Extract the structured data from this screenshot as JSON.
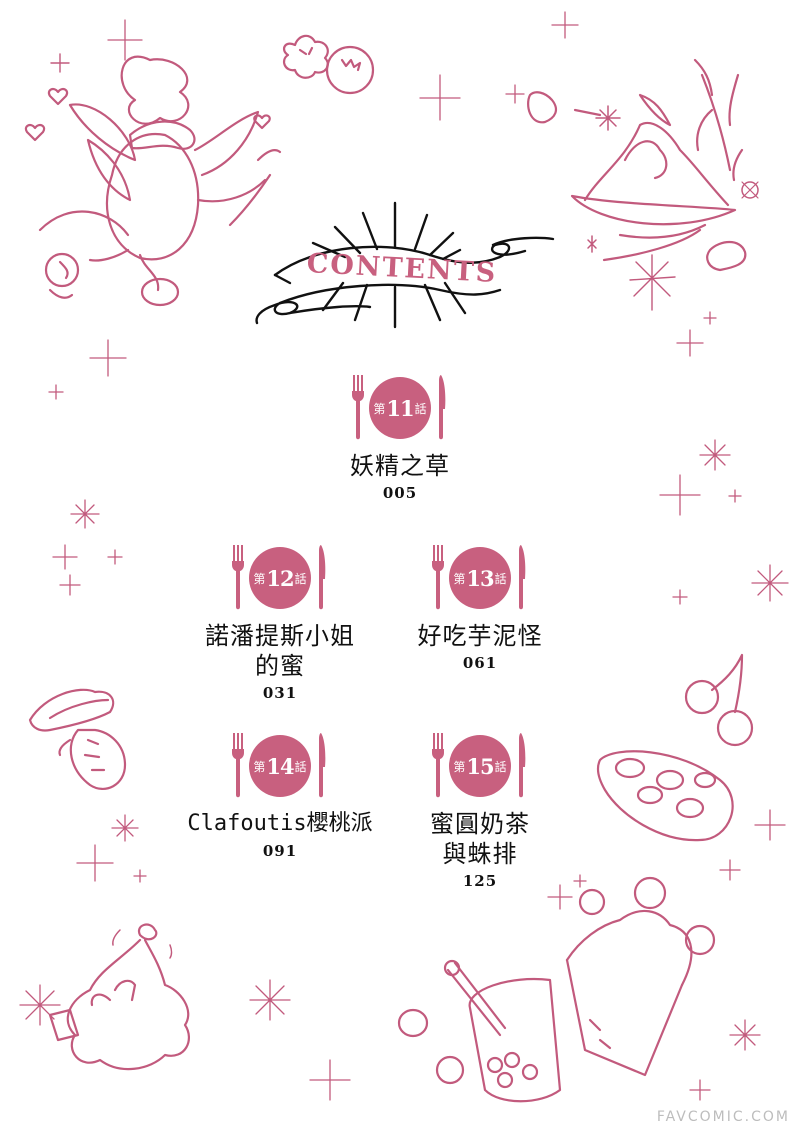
{
  "page": {
    "heading": "CONTENTS",
    "watermark": "FAVCOMIC.COM"
  },
  "colors": {
    "accent": "#c8607f",
    "line_art": "#c25a7d",
    "text": "#111111",
    "banner_ink": "#111111",
    "watermark": "#bdbdbd"
  },
  "badge_template": {
    "prefix": "第",
    "suffix": "話"
  },
  "chapters": [
    {
      "number": "11",
      "title_lines": [
        "妖精之草"
      ],
      "page": "005"
    },
    {
      "number": "12",
      "title_lines": [
        "諾潘提斯小姐",
        "的蜜"
      ],
      "page": "031"
    },
    {
      "number": "13",
      "title_lines": [
        "好吃芋泥怪"
      ],
      "page": "061"
    },
    {
      "number": "14",
      "title_lines": [
        "Clafoutis櫻桃派"
      ],
      "page": "091"
    },
    {
      "number": "15",
      "title_lines": [
        "蜜圓奶茶",
        "與蛛排"
      ],
      "page": "125"
    }
  ],
  "illustrations": [
    {
      "icon": "mandrake-teapot-icon"
    },
    {
      "icon": "raspberry-blueberry-icon"
    },
    {
      "icon": "shaved-ice-bowl-icon"
    },
    {
      "icon": "strawberry-leaf-icon"
    },
    {
      "icon": "cherries-icon"
    },
    {
      "icon": "cherry-clafoutis-icon"
    },
    {
      "icon": "taro-monster-icon"
    },
    {
      "icon": "bubble-tea-icon"
    },
    {
      "icon": "popcorn-bag-icon"
    },
    {
      "icon": "sparkle-icon"
    }
  ]
}
